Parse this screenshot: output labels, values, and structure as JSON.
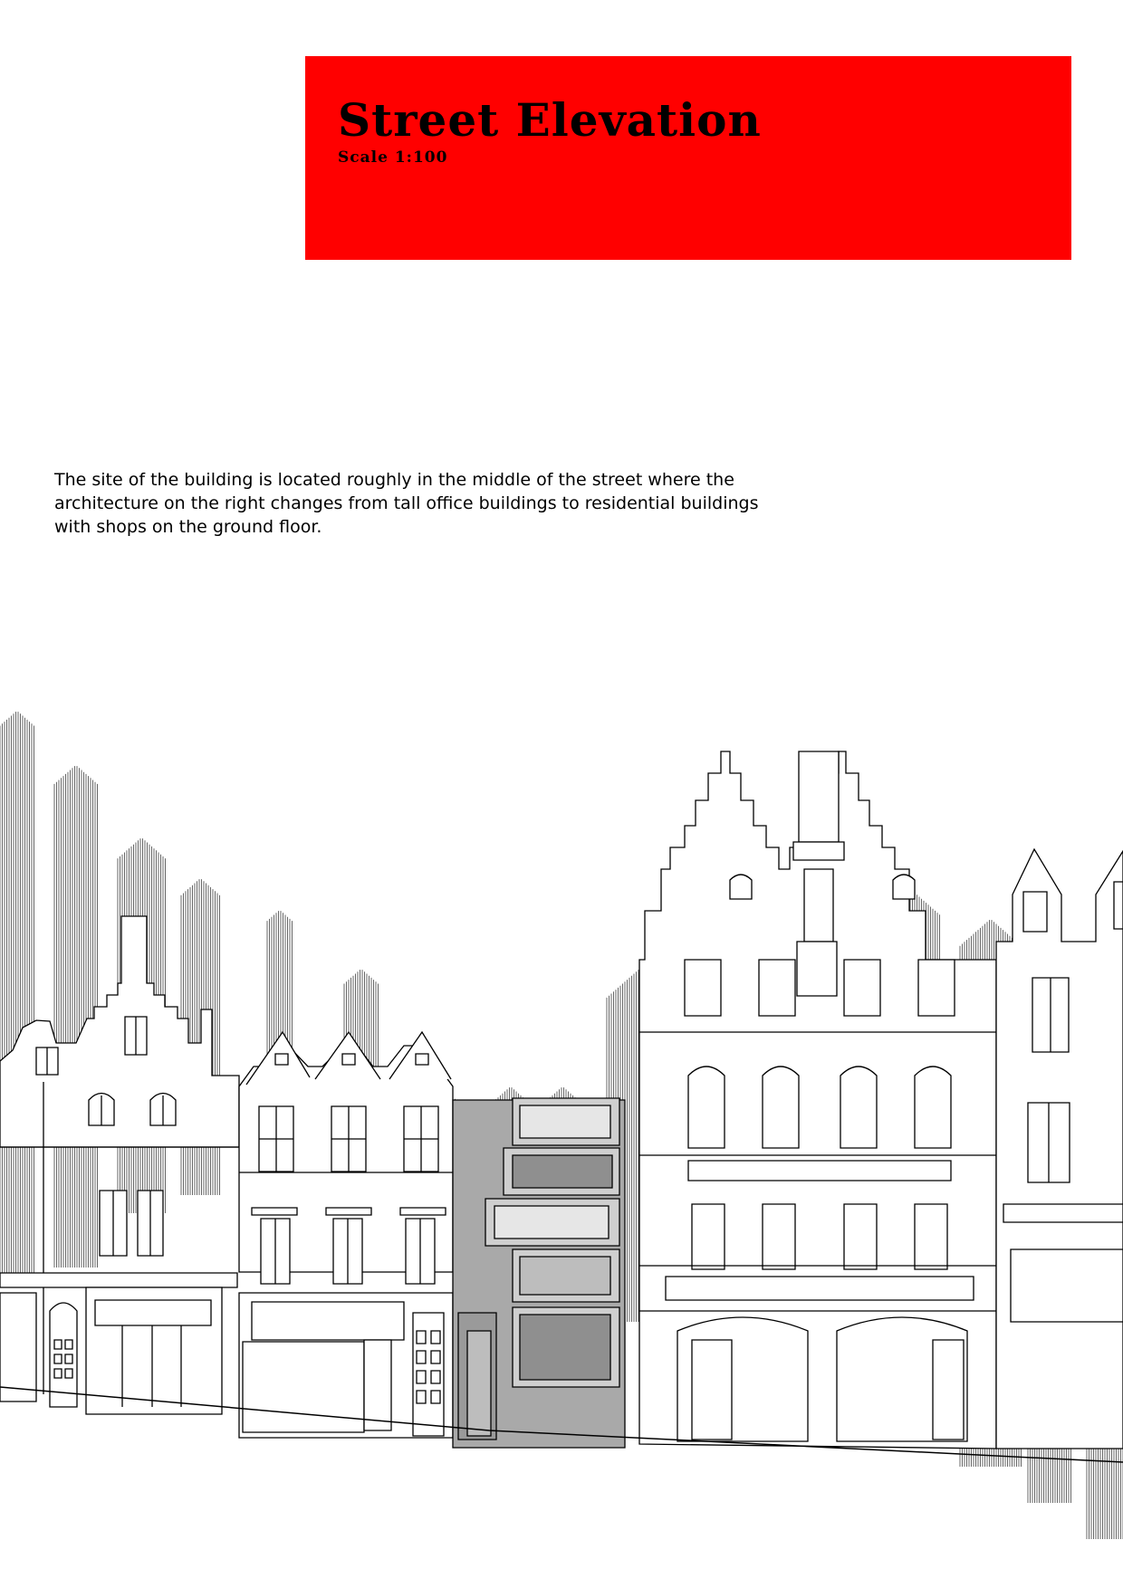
{
  "header": {
    "title": "Street Elevation",
    "scale": "Scale 1:100",
    "accent_color": "#ff0000"
  },
  "description": "The site of the building is located roughly in the middle of the street where the architecture on the right changes from tall office buildings to residential buildings with shops on the ground floor.",
  "drawing": {
    "kind": "street-elevation-line-drawing",
    "new_building_shade": "#a9a9a9",
    "line_color": "#000000"
  }
}
